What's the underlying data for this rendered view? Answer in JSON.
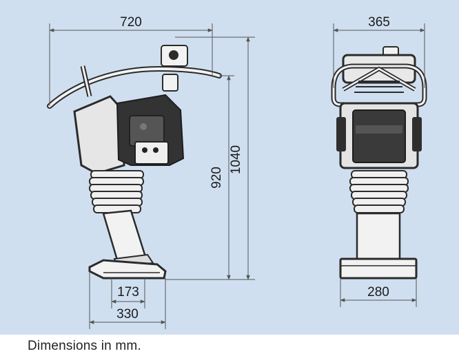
{
  "caption": "Dimensions in mm.",
  "dimensions": {
    "side_overall_length": "720",
    "side_overall_height": "1040",
    "side_height_to_handle": "920",
    "foot_width_inner": "173",
    "foot_length": "330",
    "front_width_top": "365",
    "front_width_base": "280"
  },
  "colors": {
    "background": "#cfdff0",
    "machine_dark": "#2b2b2b",
    "machine_light": "#f2f2f2",
    "dimension_line": "#555555"
  }
}
